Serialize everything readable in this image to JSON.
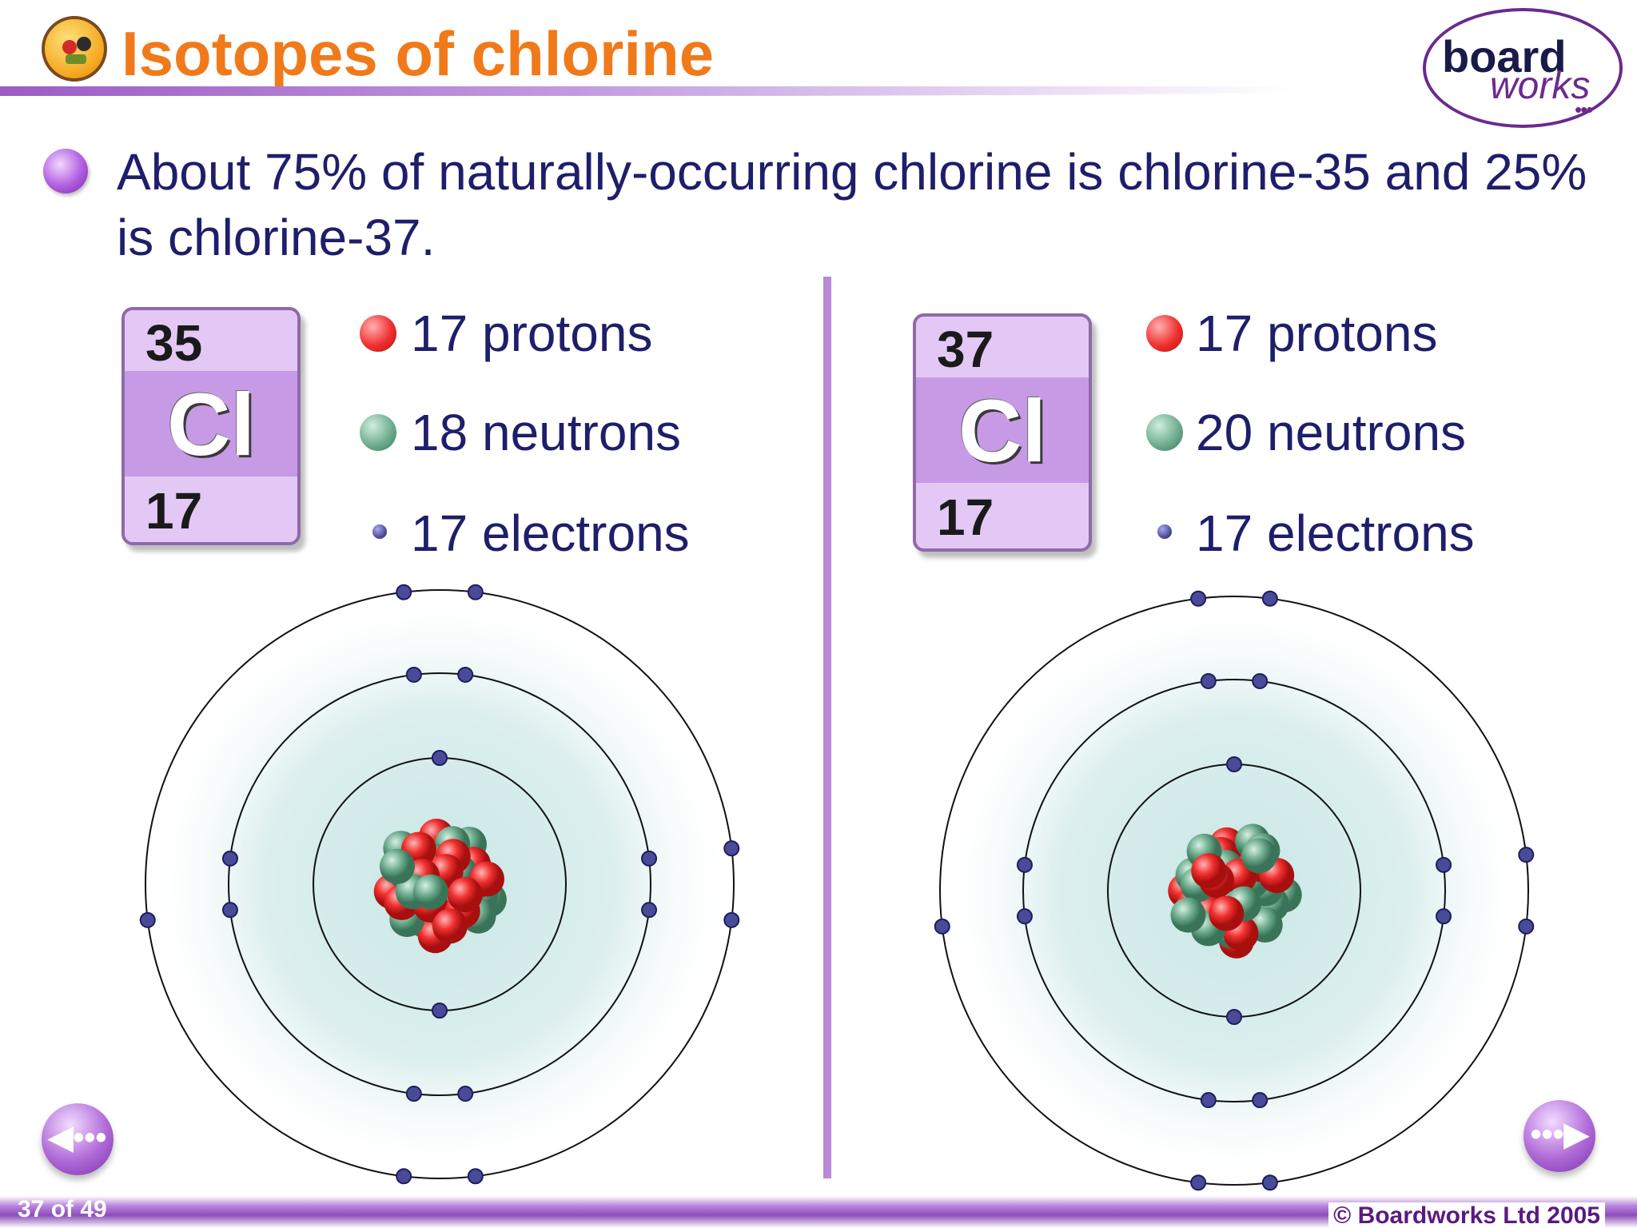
{
  "header": {
    "title": "Isotopes of chlorine",
    "logo_board": "board",
    "logo_works": "works",
    "logo_dots": "•••"
  },
  "intro": "About 75% of naturally-occurring chlorine is chlorine-35 and 25% is chlorine-37.",
  "isotopes": [
    {
      "mass_number": "35",
      "symbol": "Cl",
      "atomic_number": "17",
      "protons_label": "17 protons",
      "neutrons_label": "18 neutrons",
      "electrons_label": "17 electrons",
      "shell_electrons": [
        2,
        8,
        7
      ]
    },
    {
      "mass_number": "37",
      "symbol": "Cl",
      "atomic_number": "17",
      "protons_label": "17 protons",
      "neutrons_label": "20 neutrons",
      "electrons_label": "17 electrons",
      "shell_electrons": [
        2,
        8,
        7
      ]
    }
  ],
  "navigation": {
    "prev_glyph": "◀•••",
    "next_glyph": "•••▶"
  },
  "footer": {
    "page_count": "37 of 49",
    "copyright": "© Boardworks Ltd 2005"
  },
  "colors": {
    "title": "#f07a1a",
    "text": "#1e1e6b",
    "proton": "#f03030",
    "neutron": "#6aa88a",
    "electron": "#40408e",
    "accent": "#b88ad8"
  }
}
